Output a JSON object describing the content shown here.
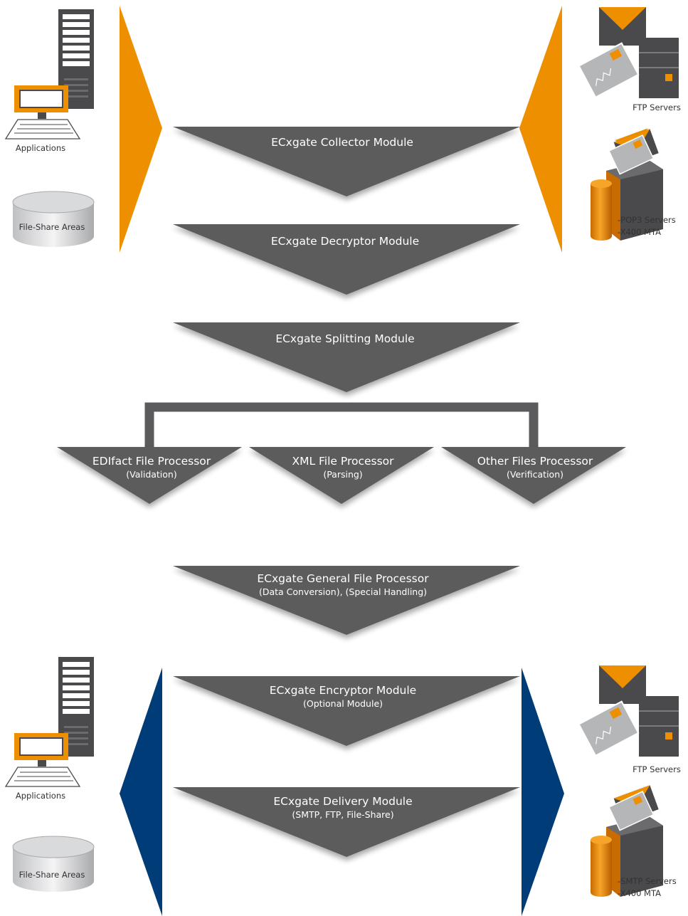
{
  "colors": {
    "module": "#5b5b5d",
    "inbound_arrow": "#ee8f00",
    "outbound_arrow": "#003c78",
    "bracket": "#5b5b5d",
    "accent_orange": "#ee8f00"
  },
  "modules": {
    "collector": {
      "title": "ECxgate Collector Module",
      "subtitle": ""
    },
    "decryptor": {
      "title": "ECxgate Decryptor Module",
      "subtitle": ""
    },
    "splitting": {
      "title": "ECxgate Splitting Module",
      "subtitle": ""
    },
    "edifact": {
      "title": "EDIfact File Processor",
      "subtitle": "(Validation)"
    },
    "xml": {
      "title": "XML File Processor",
      "subtitle": "(Parsing)"
    },
    "other": {
      "title": "Other Files Processor",
      "subtitle": "(Verification)"
    },
    "general": {
      "title": "ECxgate General File Processor",
      "subtitle": "(Data Conversion), (Special Handling)"
    },
    "encryptor": {
      "title": "ECxgate Encryptor Module",
      "subtitle": "(Optional Module)"
    },
    "delivery": {
      "title": "ECxgate Delivery Module",
      "subtitle": "(SMTP, FTP, File-Share)"
    }
  },
  "sources_left_top": {
    "applications": "Applications",
    "file_share": "File-Share Areas",
    "computer_icon": "computer-icon",
    "disk_icon": "storage-drum-icon"
  },
  "sources_right_top": {
    "ftp": "FTP Servers",
    "mail_line1": "-POP3 Servers",
    "mail_line2": "-X400 MTA",
    "ftp_icon": "mail-server-icon",
    "mailbox_icon": "mailbox-icon"
  },
  "targets_left_bottom": {
    "applications": "Applications",
    "file_share": "File-Share Areas",
    "computer_icon": "computer-icon",
    "disk_icon": "storage-drum-icon"
  },
  "targets_right_bottom": {
    "ftp": "FTP Servers",
    "mail_line1": "-SMTP Servers",
    "mail_line2": "-X400 MTA",
    "ftp_icon": "mail-server-icon",
    "mailbox_icon": "mailbox-icon"
  }
}
